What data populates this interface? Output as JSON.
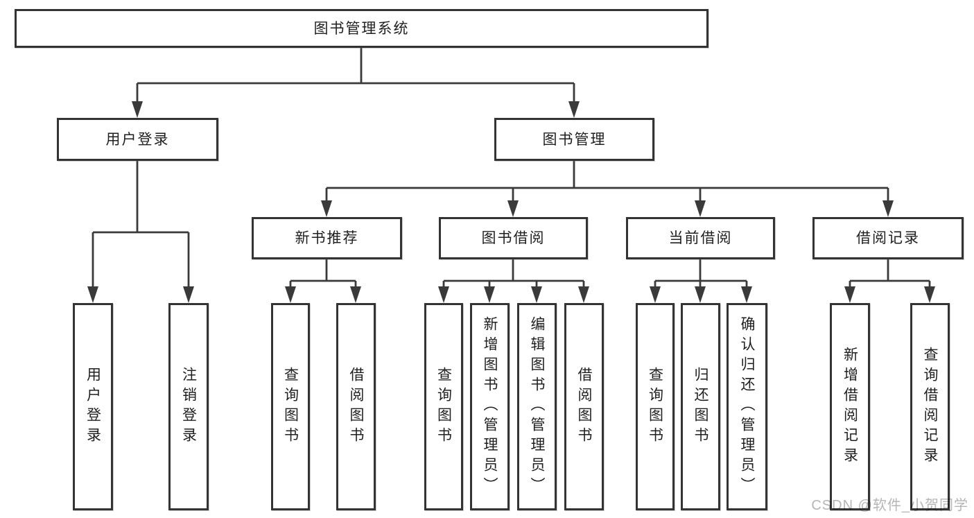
{
  "nodes": {
    "root": "图书管理系统",
    "user_login": "用户登录",
    "book_mgmt": "图书管理",
    "new_book_rec": "新书推荐",
    "book_borrow": "图书借阅",
    "current_borrow": "当前借阅",
    "borrow_records": "借阅记录",
    "leaf_user_login": "用户登录",
    "leaf_logout": "注销登录",
    "nbr_query_books": "查询图书",
    "nbr_borrow_books": "借阅图书",
    "bb_query_books": "查询图书",
    "bb_add_books": "新增图书（管理员）",
    "bb_edit_books": "编辑图书（管理员）",
    "bb_borrow_books": "借阅图书",
    "cb_query_books": "查询图书",
    "cb_return_books": "归还图书",
    "cb_confirm_return": "确认归还（管理员）",
    "br_add_record": "新增借阅记录",
    "br_query_record": "查询借阅记录"
  },
  "watermark": {
    "text": "CSDN @软件_小贺同学"
  },
  "colors": {
    "line": "#3a3a3a",
    "box_border": "#333333",
    "box_background": "#ffffff",
    "text": "#1f1f1f",
    "watermark": "#b5b5b5"
  }
}
